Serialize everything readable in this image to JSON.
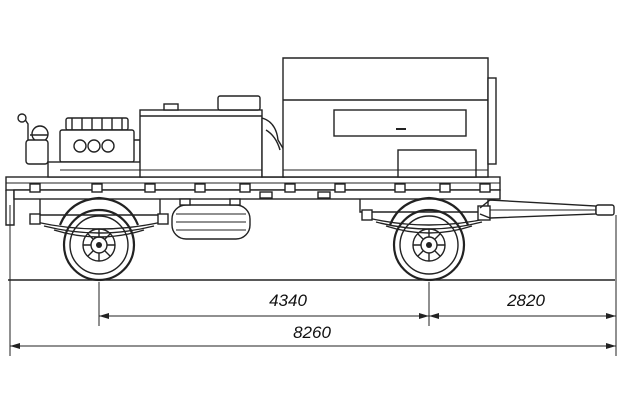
{
  "dimensions": {
    "wheelbase": "4340",
    "rear_overhang": "2820",
    "overall_length": "8260"
  }
}
